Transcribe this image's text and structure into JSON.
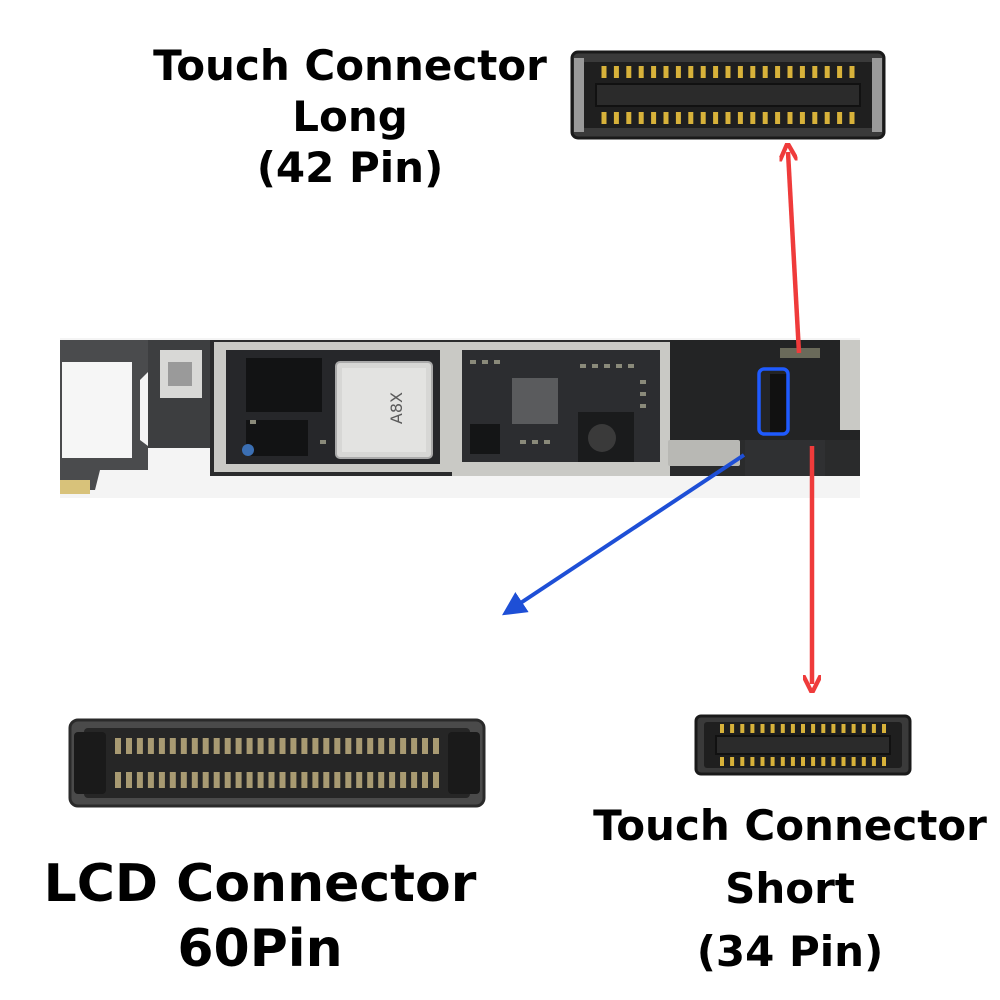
{
  "labels": {
    "touch_long": [
      "Touch Connector",
      "Long",
      "(42 Pin)"
    ],
    "touch_short": [
      "Touch Connector",
      "Short",
      "(34 Pin)"
    ],
    "lcd": [
      "LCD Connector",
      "60Pin"
    ]
  },
  "board": {
    "chip_marking": "A8X"
  },
  "colors": {
    "arrow_red": "#ef3b3b",
    "arrow_blue": "#1e4fd6",
    "highlight_box": "#1f5bff",
    "connector_body": "#2a2a2a",
    "connector_pins_gold": "#d8b23a",
    "board": "#2a2b2c",
    "shield": "#c9c9c5"
  },
  "icons": {
    "long_connector": "board-to-board-connector",
    "short_connector": "board-to-board-connector",
    "lcd_connector": "board-to-board-connector"
  }
}
